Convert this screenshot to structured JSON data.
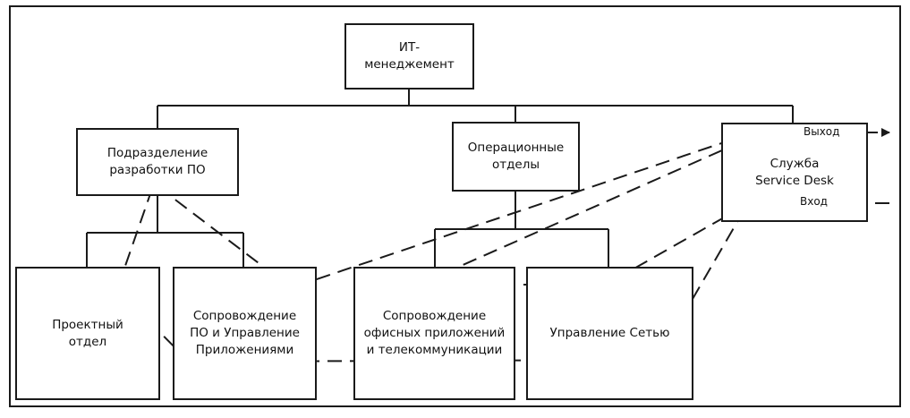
{
  "nodes": {
    "it_management": "ИТ-\nменеджемент",
    "dev_division": "Подразделение\nразработки ПО",
    "ops_departments": "Операционные\nотделы",
    "service_desk": "Служба\nService Desk",
    "project_dept": "Проектный\nотдел",
    "sw_support": "Сопровождение\nПО и Управление\nПриложениями",
    "office_support": "Сопровождение\nофисных приложений\nи телекоммуникации",
    "network_mgmt": "Управление Сетью"
  },
  "flow_labels": {
    "output": "Выход",
    "input": "Вход"
  },
  "colors": {
    "line": "#1a1a1a",
    "point": "#9a9a9a"
  }
}
